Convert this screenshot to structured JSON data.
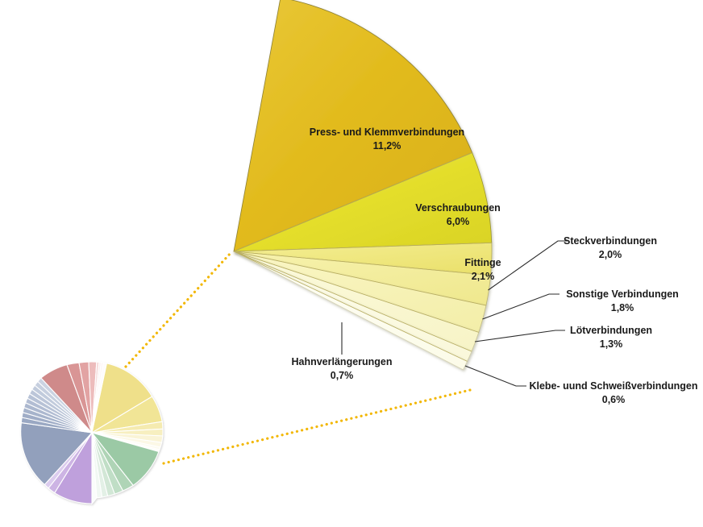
{
  "chart_data": {
    "type": "pie",
    "title": "",
    "subtitle": "",
    "xlabel": "",
    "ylabel": "",
    "legend_position": "none",
    "grid": false,
    "variant": "pie-of-pie (bar-of-pie style expanded detail wedge)",
    "units": "percent of total",
    "value_format": "German decimal comma, one decimal place",
    "detail_group": {
      "name": "",
      "total_percent": 25.7,
      "categories": [
        "Press- und Klemmverbindungen",
        "Verschraubungen",
        "Fittinge",
        "Steckverbindungen",
        "Sonstige Verbindungen",
        "Lötverbindungen",
        "Hahnverlängerungen",
        "Klebe- uund Schweißverbindungen"
      ],
      "values": [
        11.2,
        6.0,
        2.1,
        2.0,
        1.8,
        1.3,
        0.7,
        0.6
      ],
      "labels": [
        "11,2%",
        "6,0%",
        "2,1%",
        "2,0%",
        "1,8%",
        "1,3%",
        "0,7%",
        "0,6%"
      ],
      "colors": [
        "#E5BE24",
        "#E6E02E",
        "#F0E87C",
        "#F3EC9A",
        "#F6F1B4",
        "#F9F6D0",
        "#FBF9E2",
        "#FDFCF0"
      ]
    },
    "slices": [
      {
        "name": "Press- und Klemmverbindungen",
        "value": 11.2,
        "label": "11,2%",
        "color": "#E5BE24",
        "label_placement": "inside"
      },
      {
        "name": "Verschraubungen",
        "value": 6.0,
        "label": "6,0%",
        "color": "#E6E02E",
        "label_placement": "inside"
      },
      {
        "name": "Fittinge",
        "value": 2.1,
        "label": "2,1%",
        "color": "#F0E87C",
        "label_placement": "inside"
      },
      {
        "name": "Steckverbindungen",
        "value": 2.0,
        "label": "2,0%",
        "color": "#F3EC9A",
        "label_placement": "callout-right"
      },
      {
        "name": "Sonstige Verbindungen",
        "value": 1.8,
        "label": "1,8%",
        "color": "#F6F1B4",
        "label_placement": "callout-right"
      },
      {
        "name": "Lötverbindungen",
        "value": 1.3,
        "label": "1,3%",
        "color": "#F9F6D0",
        "label_placement": "callout-right"
      },
      {
        "name": "Hahnverlängerungen",
        "value": 0.7,
        "label": "0,7%",
        "color": "#FBF9E2",
        "label_placement": "callout-left"
      },
      {
        "name": "Klebe- uund Schweißverbindungen",
        "value": 0.6,
        "label": "0,6%",
        "color": "#FDFCF0",
        "label_placement": "callout-right"
      }
    ],
    "overview_pie": {
      "description": "small full pie showing all categories; the yellow group is the exploded detail wedge",
      "group_colors": [
        "#EFE08A",
        "#A9C9AE",
        "#C0A7DE",
        "#97A6C2",
        "#DE9292"
      ]
    },
    "connector_color": "#F2B705"
  },
  "labels": {
    "press": {
      "name": "Press- und Klemmverbindungen",
      "value": "11,2%"
    },
    "verschraubungen": {
      "name": "Verschraubungen",
      "value": "6,0%"
    },
    "fittinge": {
      "name": "Fittinge",
      "value": "2,1%"
    },
    "steck": {
      "name": "Steckverbindungen",
      "value": "2,0%"
    },
    "sonstige": {
      "name": "Sonstige Verbindungen",
      "value": "1,8%"
    },
    "loet": {
      "name": "Lötverbindungen",
      "value": "1,3%"
    },
    "hahn": {
      "name": "Hahnverlängerungen",
      "value": "0,7%"
    },
    "klebe": {
      "name": "Klebe- uund Schweißverbindungen",
      "value": "0,6%"
    }
  }
}
